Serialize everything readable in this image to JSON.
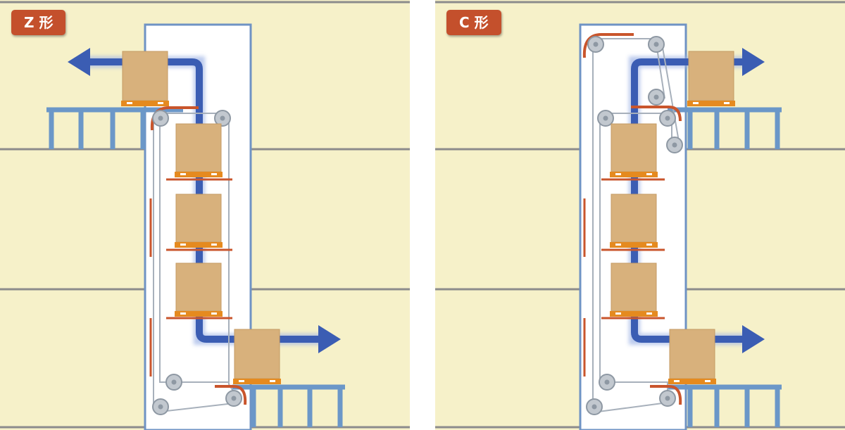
{
  "colors": {
    "background": "#f6f1c9",
    "floor_line": "#8c8c8c",
    "shaft_fill": "#ffffff",
    "shaft_border": "#6f93c4",
    "arrow": "#3b5db3",
    "rack": "#6b97c8",
    "box": "#d8b17c",
    "pallet": "#e58a1f",
    "shelf": "#c9552c",
    "badge": "#c4502c",
    "chain": "#a7b0bb",
    "sprocket": "#c2c8cf"
  },
  "panels": [
    {
      "id": "z",
      "label": "Z 形",
      "shape": "Z",
      "in_side": "right",
      "out_side": "left"
    },
    {
      "id": "c",
      "label": "C 形",
      "shape": "C",
      "in_side": "right",
      "out_side": "right"
    }
  ]
}
